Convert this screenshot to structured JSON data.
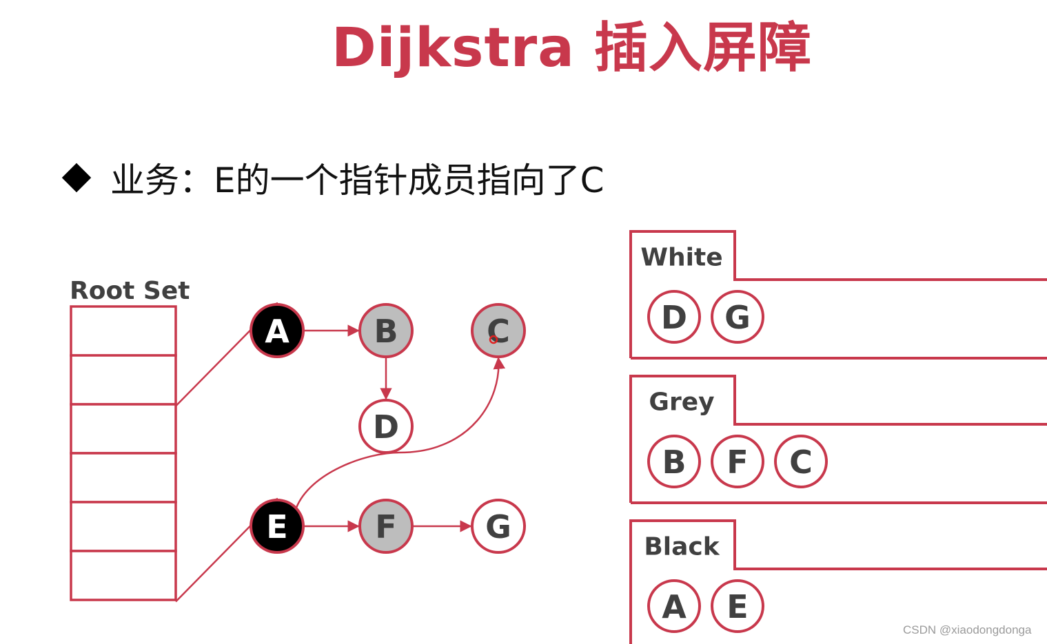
{
  "title": "Dijkstra 插入屏障",
  "bullet_text": "业务：E的一个指针成员指向了C",
  "root_set": {
    "label": "Root Set",
    "slot_count": 6
  },
  "graph": {
    "nodes": [
      {
        "id": "A",
        "label": "A",
        "color": "black"
      },
      {
        "id": "B",
        "label": "B",
        "color": "grey"
      },
      {
        "id": "C",
        "label": "C",
        "color": "grey"
      },
      {
        "id": "D",
        "label": "D",
        "color": "white"
      },
      {
        "id": "E",
        "label": "E",
        "color": "black"
      },
      {
        "id": "F",
        "label": "F",
        "color": "grey"
      },
      {
        "id": "G",
        "label": "G",
        "color": "white"
      }
    ],
    "edges": [
      {
        "from": "root-slot-1",
        "to": "A"
      },
      {
        "from": "A",
        "to": "B"
      },
      {
        "from": "B",
        "to": "D"
      },
      {
        "from": "root-slot-5",
        "to": "E"
      },
      {
        "from": "E",
        "to": "F"
      },
      {
        "from": "F",
        "to": "G"
      },
      {
        "from": "E",
        "to": "C",
        "style": "curve"
      }
    ]
  },
  "sets": [
    {
      "name": "White",
      "members": [
        "D",
        "G"
      ]
    },
    {
      "name": "Grey",
      "members": [
        "B",
        "F",
        "C"
      ]
    },
    {
      "name": "Black",
      "members": [
        "A",
        "E"
      ]
    }
  ],
  "colors": {
    "accent": "#c8384c",
    "black_fill": "#000000",
    "grey_fill": "#bdbdbd",
    "white_fill": "#ffffff",
    "label_dark": "#404040",
    "cursor": "#e02020"
  },
  "watermark": "CSDN @xiaodongdonga"
}
